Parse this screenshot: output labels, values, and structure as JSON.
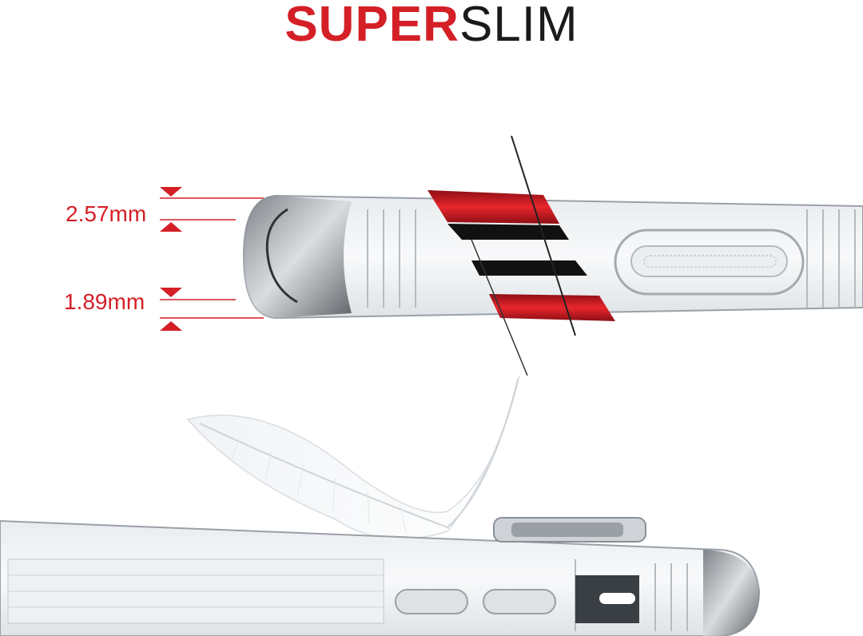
{
  "title": {
    "part1": "SUPER",
    "part2": "SLIM",
    "part1_color": "#d41f26",
    "part2_color": "#1a1a1a"
  },
  "dimensions": [
    {
      "label": "2.57mm"
    },
    {
      "label": "1.89mm"
    }
  ],
  "colors": {
    "accent": "#d41f26",
    "case_edge": "#9aa0a6",
    "background": "#ffffff"
  },
  "icons": [
    "feather-icon",
    "dimension-arrow-icon"
  ]
}
